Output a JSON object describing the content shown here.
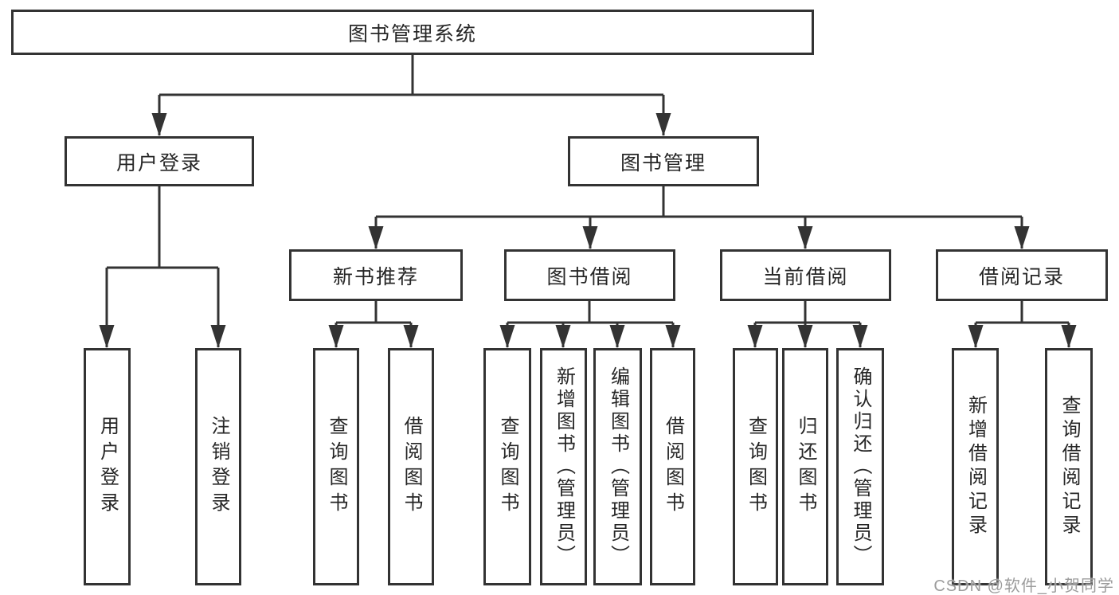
{
  "diagram_title": "图书管理系统",
  "tree": {
    "label": "图书管理系统",
    "children": [
      {
        "label": "用户登录",
        "children": [
          {
            "label": "用户登录"
          },
          {
            "label": "注销登录"
          }
        ]
      },
      {
        "label": "图书管理",
        "children": [
          {
            "label": "新书推荐",
            "children": [
              {
                "label": "查询图书"
              },
              {
                "label": "借阅图书"
              }
            ]
          },
          {
            "label": "图书借阅",
            "children": [
              {
                "label": "查询图书"
              },
              {
                "label": "新增图书（管理员）"
              },
              {
                "label": "编辑图书（管理员）"
              },
              {
                "label": "借阅图书"
              }
            ]
          },
          {
            "label": "当前借阅",
            "children": [
              {
                "label": "查询图书"
              },
              {
                "label": "归还图书"
              },
              {
                "label": "确认归还（管理员）"
              }
            ]
          },
          {
            "label": "借阅记录",
            "children": [
              {
                "label": "新增借阅记录"
              },
              {
                "label": "查询借阅记录"
              }
            ]
          }
        ]
      }
    ]
  },
  "watermark": "CSDN @软件_小贺同学",
  "colors": {
    "line": "#333333",
    "text": "#262626",
    "watermark": "#9c9c9c",
    "background": "#ffffff"
  }
}
